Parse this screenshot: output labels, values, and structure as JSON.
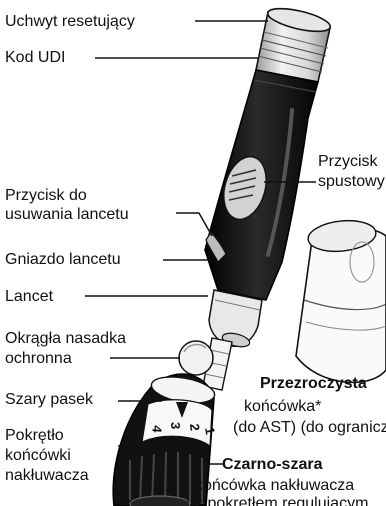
{
  "labels": {
    "reset_handle": "Uchwyt resetujący",
    "udi_code": "Kod UDI",
    "trigger_button_line1": "Przycisk",
    "trigger_button_line2": "spustowy",
    "eject_button_line1": "Przycisk do",
    "eject_button_line2": "usuwania lancetu",
    "lancet_holder": "Gniazdo lancetu",
    "lancet": "Lancet",
    "round_cap_line1": "Okrągła nasadka",
    "round_cap_line2": "ochronna",
    "gray_band": "Szary pasek",
    "knob_line1": "Pokrętło",
    "knob_line2": "końcówki",
    "knob_line3": "nakłuwacza",
    "clear_cap_title": "Przezroczysta",
    "clear_cap_line2": "końcówka*",
    "clear_cap_line3": "(do AST) (do ograniczonego",
    "black_gray_title": "Czarno-szara",
    "black_gray_line2": "końcówka nakłuwacza",
    "black_gray_line3": "z pokrętłem regulującym"
  },
  "dial_numbers": [
    "1",
    "2",
    "3",
    "4"
  ],
  "colors": {
    "ink": "#111111",
    "device_body": "#151515",
    "grip_silver": "#c8c8c8",
    "paper": "#ffffff"
  }
}
